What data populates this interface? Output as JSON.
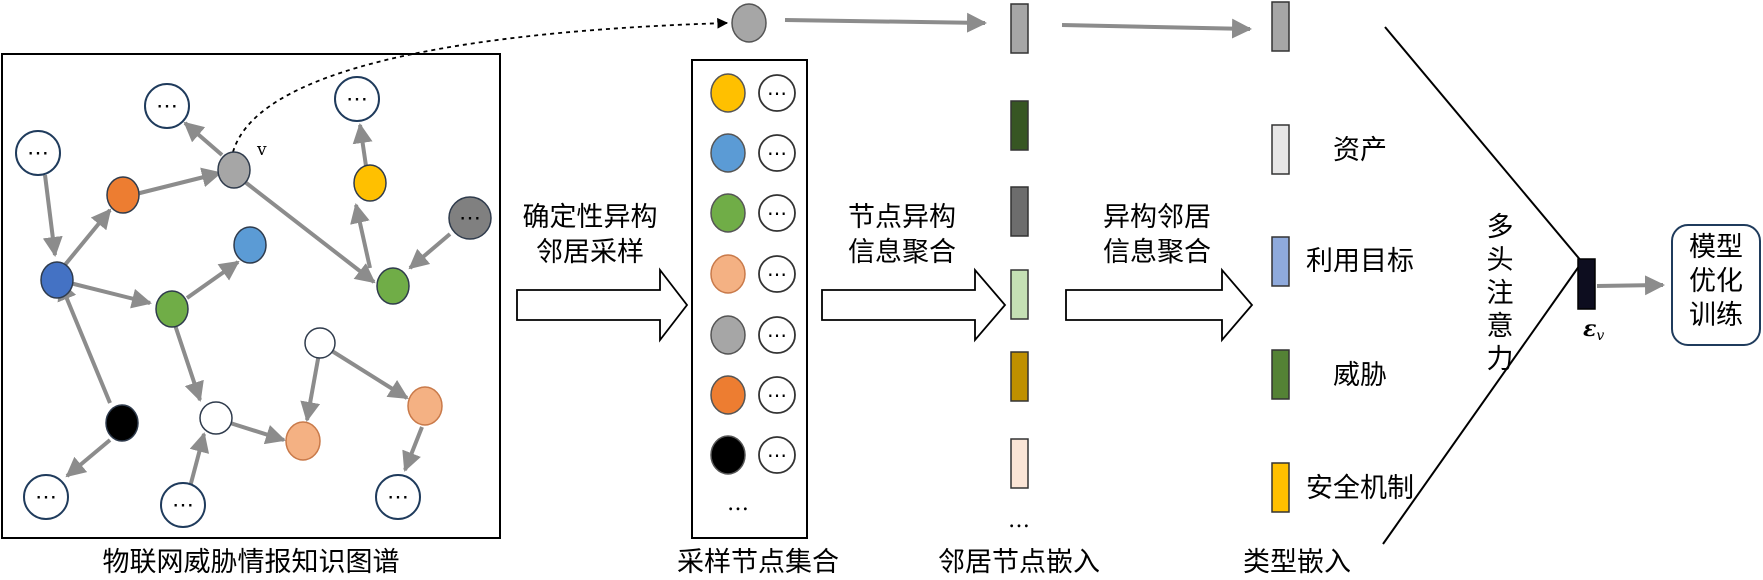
{
  "kg": {
    "caption": "物联网威胁情报知识图谱",
    "node_label_v": "v",
    "unknown_node_text": "⋯"
  },
  "sampling": {
    "step_label_line1": "确定性异构",
    "step_label_line2": "邻居采样",
    "caption": "采样节点集合",
    "ellipsis": "…"
  },
  "node_agg": {
    "label_line1": "节点异构",
    "label_line2": "信息聚合"
  },
  "neighbor_embed": {
    "caption": "邻居节点嵌入",
    "ellipsis": "…"
  },
  "hetero_agg": {
    "label_line1": "异构邻居",
    "label_line2": "信息聚合"
  },
  "type_embed": {
    "caption": "类型嵌入",
    "types": [
      "资产",
      "利用目标",
      "威胁",
      "安全机制"
    ]
  },
  "attention": {
    "label_chars": [
      "多",
      "头",
      "注",
      "意",
      "力"
    ],
    "output_symbol": "ε",
    "output_subscript": "v"
  },
  "training": {
    "label_lines": [
      "模型",
      "优化",
      "训练"
    ]
  },
  "colors": {
    "gray": "#a6a6a6",
    "orange": "#ed7d31",
    "yellow": "#ffc000",
    "blue_light": "#5b9bd5",
    "blue_dark": "#4472c4",
    "green": "#70ad47",
    "salmon": "#f4b183",
    "dark_gray": "#808080",
    "black": "#000000",
    "edge": "#8c8c8c"
  }
}
